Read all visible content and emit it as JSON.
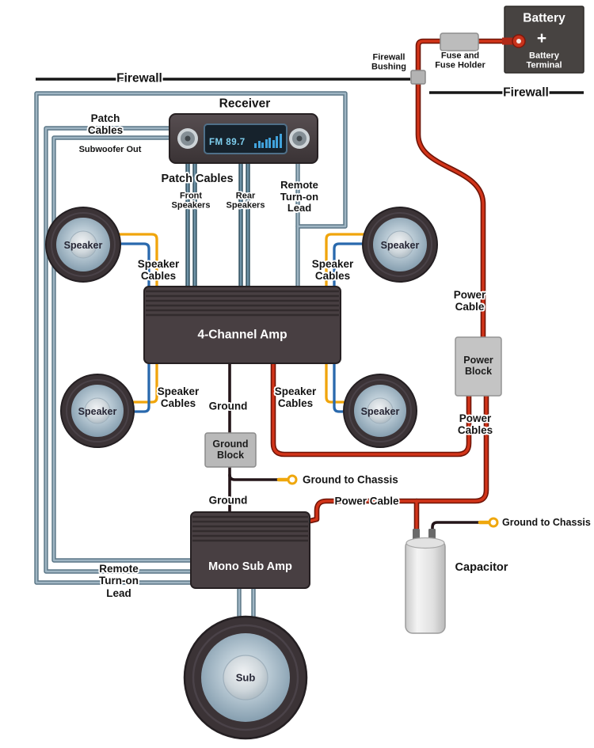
{
  "labels": {
    "firewall": "Firewall",
    "battery": "Battery",
    "battery_plus": "+",
    "battery_terminal": "Battery\nTerminal",
    "fuse_holder": "Fuse and\nFuse Holder",
    "firewall_bushing": "Firewall\nBushing",
    "receiver": "Receiver",
    "patch_cables_stacked": "Patch\nCables",
    "subwoofer_out": "Subwoofer Out",
    "patch_cables": "Patch Cables",
    "front_speakers": "Front\nSpeakers",
    "rear_speakers": "Rear\nSpeakers",
    "remote_turn_on_lead": "Remote\nTurn-on\nLead",
    "speaker": "Speaker",
    "speaker_cables": "Speaker\nCables",
    "four_channel_amp": "4-Channel Amp",
    "power_cable_stacked": "Power\nCable",
    "power_block": "Power\nBlock",
    "power_cables": "Power\nCables",
    "ground": "Ground",
    "ground_block": "Ground\nBlock",
    "ground_to_chassis": "Ground to Chassis",
    "power_cable": "Power Cable",
    "mono_sub_amp": "Mono Sub Amp",
    "capacitor": "Capacitor",
    "sub": "Sub"
  },
  "receiver_display": {
    "station": "FM 89.7"
  },
  "colors": {
    "power_cable": "#d23419",
    "speaker_wire_yellow": "#f0a50c",
    "speaker_wire_blue": "#2969ad",
    "patch_cable": "#9fb5c3",
    "ground_wire": "#241519",
    "amp_body": "#483f42",
    "block_gray": "#c2c2c2"
  }
}
